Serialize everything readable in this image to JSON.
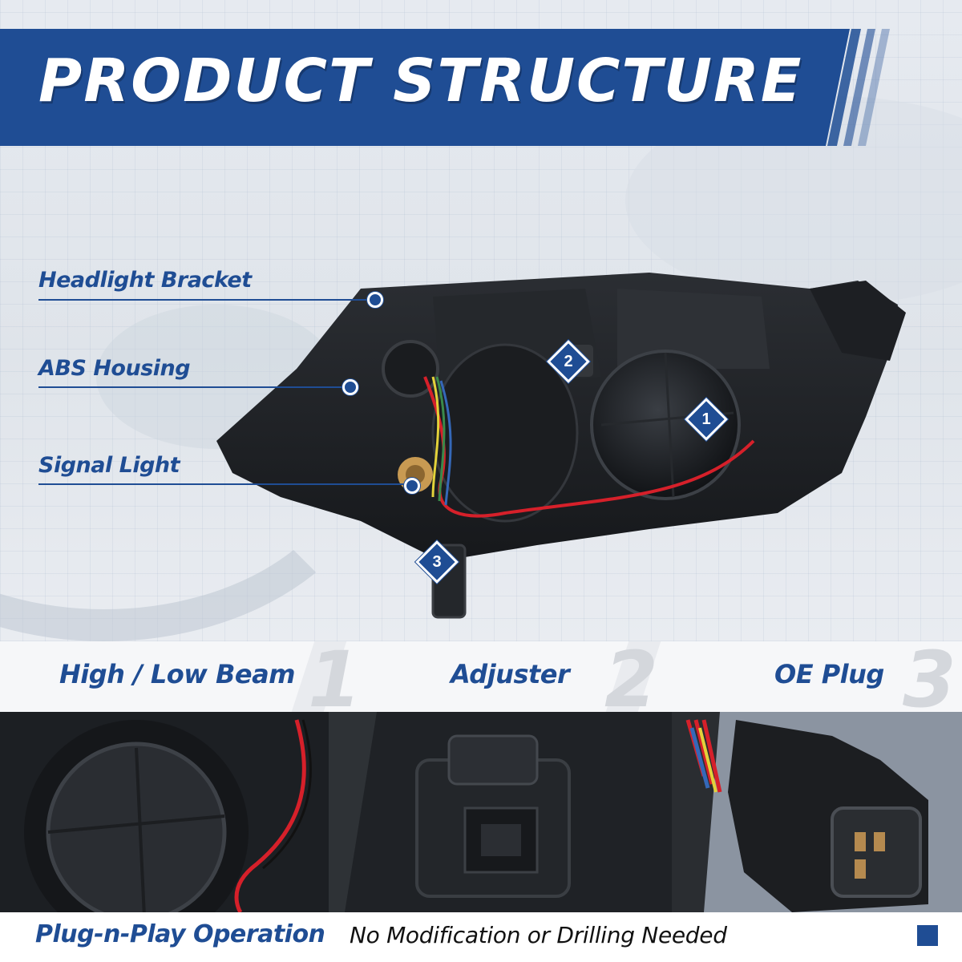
{
  "banner": {
    "title": "PRODUCT STRUCTURE"
  },
  "callouts": {
    "headlight_bracket": "Headlight Bracket",
    "abs_housing": "ABS Housing",
    "signal_light": "Signal Light"
  },
  "badges": [
    "1",
    "2",
    "3"
  ],
  "features": [
    {
      "label": "High / Low Beam",
      "number": "1"
    },
    {
      "label": "Adjuster",
      "number": "2"
    },
    {
      "label": "OE Plug",
      "number": "3"
    }
  ],
  "footer": {
    "main": "Plug-n-Play Operation",
    "sub": "No Modification or Drilling Needed"
  },
  "colors": {
    "brand_blue": "#1f4d94",
    "housing_black": "#1c1e22",
    "wire_red": "#d6202a",
    "label_gray": "#d4d7dc"
  }
}
